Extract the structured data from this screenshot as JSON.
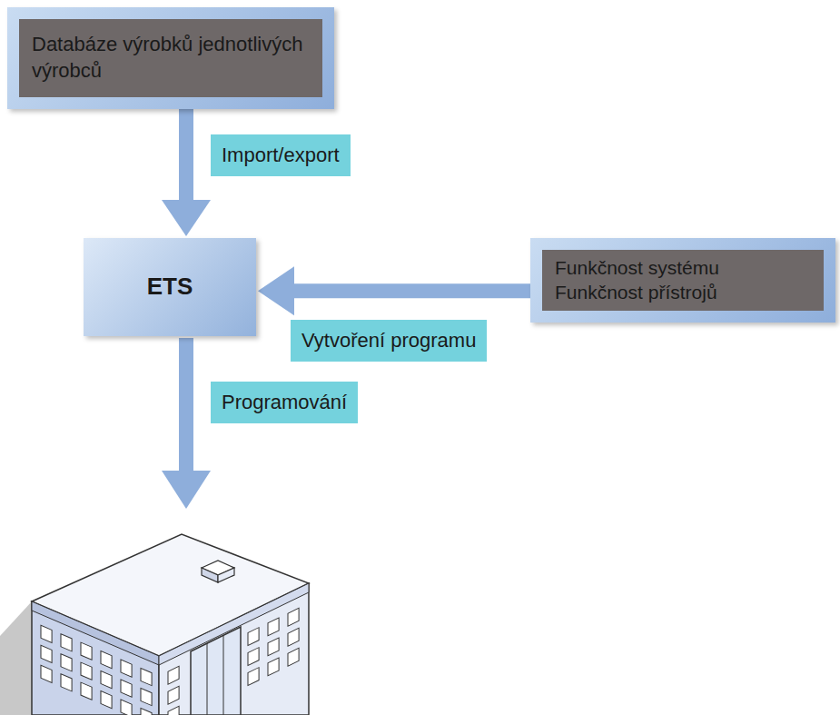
{
  "diagram": {
    "nodes": [
      {
        "text": [
          "Databáze výrobků jednotlivých výrobců"
        ]
      },
      {
        "text": [
          "ETS"
        ]
      },
      {
        "text": [
          "Funkčnost systému",
          "Funkčnost přístrojů"
        ]
      }
    ],
    "edges": [
      {
        "from": 0,
        "to": 1,
        "arrow": "to",
        "label": "Import/export"
      },
      {
        "from": 2,
        "to": 1,
        "arrow": "to",
        "label": "Vytvoření programu"
      }
    ],
    "labels": [
      "Programování"
    ]
  }
}
